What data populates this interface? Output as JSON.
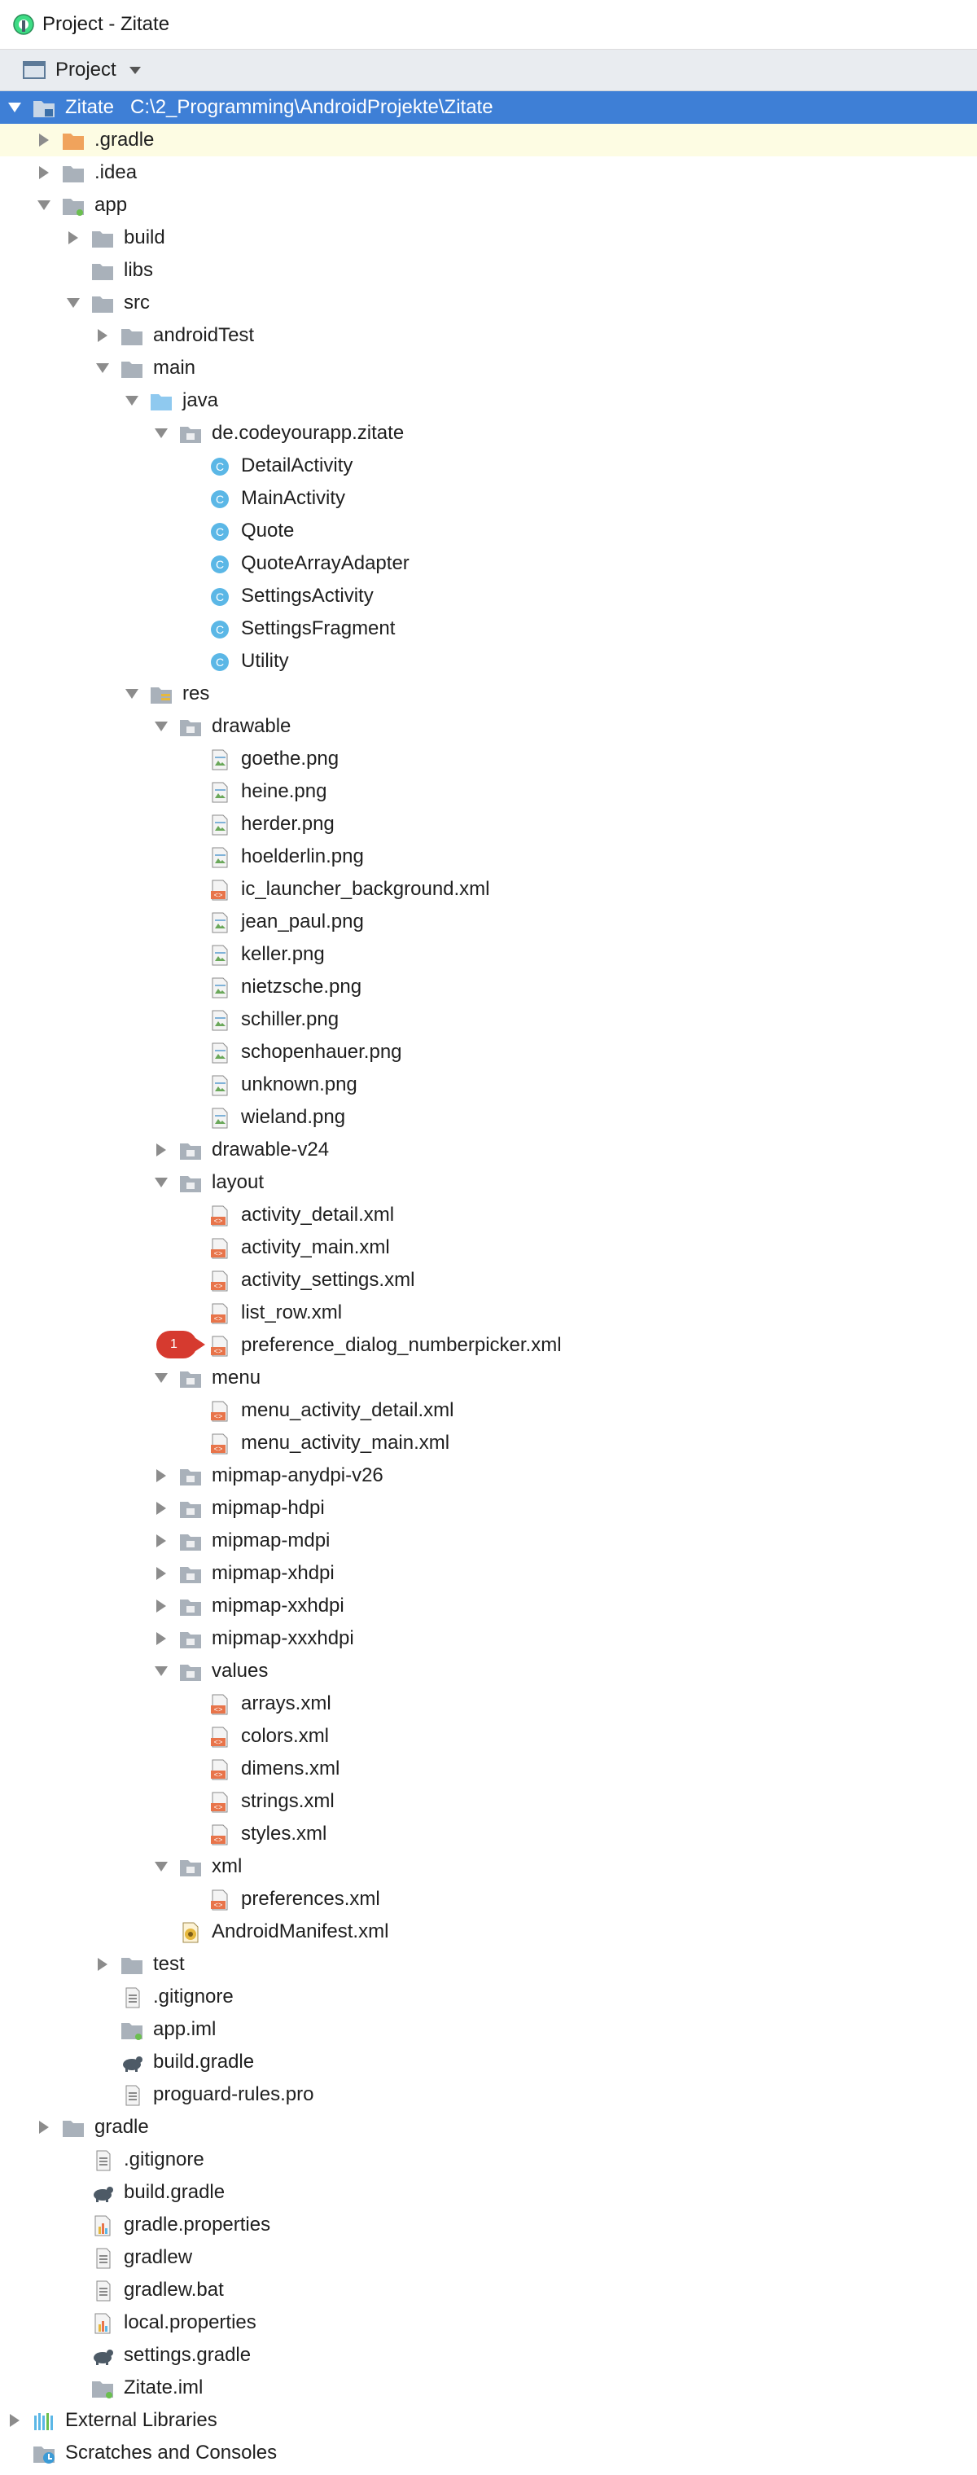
{
  "window": {
    "title": "Project - Zitate"
  },
  "toolbar": {
    "view_label": "Project"
  },
  "tree": [
    {
      "label": "Zitate",
      "path": "C:\\2_Programming\\AndroidProjekte\\Zitate",
      "level": 0,
      "arrow": "down",
      "icon": "module-folder",
      "selected": true
    },
    {
      "label": ".gradle",
      "level": 1,
      "arrow": "right",
      "icon": "folder-orange",
      "highlight": true
    },
    {
      "label": ".idea",
      "level": 1,
      "arrow": "right",
      "icon": "folder"
    },
    {
      "label": "app",
      "level": 1,
      "arrow": "down",
      "icon": "module-folder-app"
    },
    {
      "label": "build",
      "level": 2,
      "arrow": "right",
      "icon": "folder"
    },
    {
      "label": "libs",
      "level": 2,
      "arrow": "none",
      "icon": "folder"
    },
    {
      "label": "src",
      "level": 2,
      "arrow": "down",
      "icon": "folder"
    },
    {
      "label": "androidTest",
      "level": 3,
      "arrow": "right",
      "icon": "folder"
    },
    {
      "label": "main",
      "level": 3,
      "arrow": "down",
      "icon": "folder"
    },
    {
      "label": "java",
      "level": 4,
      "arrow": "down",
      "icon": "folder-blue"
    },
    {
      "label": "de.codeyourapp.zitate",
      "level": 5,
      "arrow": "down",
      "icon": "package"
    },
    {
      "label": "DetailActivity",
      "level": 6,
      "arrow": "none",
      "icon": "class"
    },
    {
      "label": "MainActivity",
      "level": 6,
      "arrow": "none",
      "icon": "class"
    },
    {
      "label": "Quote",
      "level": 6,
      "arrow": "none",
      "icon": "class"
    },
    {
      "label": "QuoteArrayAdapter",
      "level": 6,
      "arrow": "none",
      "icon": "class"
    },
    {
      "label": "SettingsActivity",
      "level": 6,
      "arrow": "none",
      "icon": "class"
    },
    {
      "label": "SettingsFragment",
      "level": 6,
      "arrow": "none",
      "icon": "class"
    },
    {
      "label": "Utility",
      "level": 6,
      "arrow": "none",
      "icon": "class"
    },
    {
      "label": "res",
      "level": 4,
      "arrow": "down",
      "icon": "res-folder"
    },
    {
      "label": "drawable",
      "level": 5,
      "arrow": "down",
      "icon": "package"
    },
    {
      "label": "goethe.png",
      "level": 6,
      "arrow": "none",
      "icon": "image-file"
    },
    {
      "label": "heine.png",
      "level": 6,
      "arrow": "none",
      "icon": "image-file"
    },
    {
      "label": "herder.png",
      "level": 6,
      "arrow": "none",
      "icon": "image-file"
    },
    {
      "label": "hoelderlin.png",
      "level": 6,
      "arrow": "none",
      "icon": "image-file"
    },
    {
      "label": "ic_launcher_background.xml",
      "level": 6,
      "arrow": "none",
      "icon": "xml-file"
    },
    {
      "label": "jean_paul.png",
      "level": 6,
      "arrow": "none",
      "icon": "image-file"
    },
    {
      "label": "keller.png",
      "level": 6,
      "arrow": "none",
      "icon": "image-file"
    },
    {
      "label": "nietzsche.png",
      "level": 6,
      "arrow": "none",
      "icon": "image-file"
    },
    {
      "label": "schiller.png",
      "level": 6,
      "arrow": "none",
      "icon": "image-file"
    },
    {
      "label": "schopenhauer.png",
      "level": 6,
      "arrow": "none",
      "icon": "image-file"
    },
    {
      "label": "unknown.png",
      "level": 6,
      "arrow": "none",
      "icon": "image-file"
    },
    {
      "label": "wieland.png",
      "level": 6,
      "arrow": "none",
      "icon": "image-file"
    },
    {
      "label": "drawable-v24",
      "level": 5,
      "arrow": "right",
      "icon": "package"
    },
    {
      "label": "layout",
      "level": 5,
      "arrow": "down",
      "icon": "package"
    },
    {
      "label": "activity_detail.xml",
      "level": 6,
      "arrow": "none",
      "icon": "xml-file"
    },
    {
      "label": "activity_main.xml",
      "level": 6,
      "arrow": "none",
      "icon": "xml-file"
    },
    {
      "label": "activity_settings.xml",
      "level": 6,
      "arrow": "none",
      "icon": "xml-file"
    },
    {
      "label": "list_row.xml",
      "level": 6,
      "arrow": "none",
      "icon": "xml-file"
    },
    {
      "label": "preference_dialog_numberpicker.xml",
      "level": 6,
      "arrow": "none",
      "icon": "xml-file"
    },
    {
      "label": "menu",
      "level": 5,
      "arrow": "down",
      "icon": "package"
    },
    {
      "label": "menu_activity_detail.xml",
      "level": 6,
      "arrow": "none",
      "icon": "xml-file"
    },
    {
      "label": "menu_activity_main.xml",
      "level": 6,
      "arrow": "none",
      "icon": "xml-file"
    },
    {
      "label": "mipmap-anydpi-v26",
      "level": 5,
      "arrow": "right",
      "icon": "package"
    },
    {
      "label": "mipmap-hdpi",
      "level": 5,
      "arrow": "right",
      "icon": "package"
    },
    {
      "label": "mipmap-mdpi",
      "level": 5,
      "arrow": "right",
      "icon": "package"
    },
    {
      "label": "mipmap-xhdpi",
      "level": 5,
      "arrow": "right",
      "icon": "package"
    },
    {
      "label": "mipmap-xxhdpi",
      "level": 5,
      "arrow": "right",
      "icon": "package"
    },
    {
      "label": "mipmap-xxxhdpi",
      "level": 5,
      "arrow": "right",
      "icon": "package"
    },
    {
      "label": "values",
      "level": 5,
      "arrow": "down",
      "icon": "package"
    },
    {
      "label": "arrays.xml",
      "level": 6,
      "arrow": "none",
      "icon": "xml-file"
    },
    {
      "label": "colors.xml",
      "level": 6,
      "arrow": "none",
      "icon": "xml-file"
    },
    {
      "label": "dimens.xml",
      "level": 6,
      "arrow": "none",
      "icon": "xml-file"
    },
    {
      "label": "strings.xml",
      "level": 6,
      "arrow": "none",
      "icon": "xml-file"
    },
    {
      "label": "styles.xml",
      "level": 6,
      "arrow": "none",
      "icon": "xml-file"
    },
    {
      "label": "xml",
      "level": 5,
      "arrow": "down",
      "icon": "package"
    },
    {
      "label": "preferences.xml",
      "level": 6,
      "arrow": "none",
      "icon": "xml-file"
    },
    {
      "label": "AndroidManifest.xml",
      "level": 5,
      "arrow": "none",
      "icon": "manifest-file"
    },
    {
      "label": "test",
      "level": 3,
      "arrow": "right",
      "icon": "folder"
    },
    {
      "label": ".gitignore",
      "level": 3,
      "arrow": "none",
      "icon": "text-file"
    },
    {
      "label": "app.iml",
      "level": 3,
      "arrow": "none",
      "icon": "iml-file"
    },
    {
      "label": "build.gradle",
      "level": 3,
      "arrow": "none",
      "icon": "gradle-file"
    },
    {
      "label": "proguard-rules.pro",
      "level": 3,
      "arrow": "none",
      "icon": "text-file"
    },
    {
      "label": "gradle",
      "level": 1,
      "arrow": "right",
      "icon": "folder"
    },
    {
      "label": ".gitignore",
      "level": 2,
      "arrow": "none",
      "icon": "text-file"
    },
    {
      "label": "build.gradle",
      "level": 2,
      "arrow": "none",
      "icon": "gradle-file"
    },
    {
      "label": "gradle.properties",
      "level": 2,
      "arrow": "none",
      "icon": "properties-file"
    },
    {
      "label": "gradlew",
      "level": 2,
      "arrow": "none",
      "icon": "text-file"
    },
    {
      "label": "gradlew.bat",
      "level": 2,
      "arrow": "none",
      "icon": "text-file"
    },
    {
      "label": "local.properties",
      "level": 2,
      "arrow": "none",
      "icon": "properties-file"
    },
    {
      "label": "settings.gradle",
      "level": 2,
      "arrow": "none",
      "icon": "gradle-file"
    },
    {
      "label": "Zitate.iml",
      "level": 2,
      "arrow": "none",
      "icon": "iml-file"
    },
    {
      "label": "External Libraries",
      "level": 0,
      "arrow": "right",
      "icon": "libraries"
    },
    {
      "label": "Scratches and Consoles",
      "level": 0,
      "arrow": "none",
      "icon": "scratches"
    }
  ],
  "badge": {
    "text": "1"
  },
  "colors": {
    "selection": "#3e7fd6",
    "highlight_row": "#fdfce3",
    "folder": "#a9b1ba",
    "folder_orange": "#f0a35c",
    "folder_blue": "#8fc9ef",
    "class_icon": "#5bb7e6",
    "xml_icon": "#e8744a",
    "badge": "#d63a2f"
  }
}
